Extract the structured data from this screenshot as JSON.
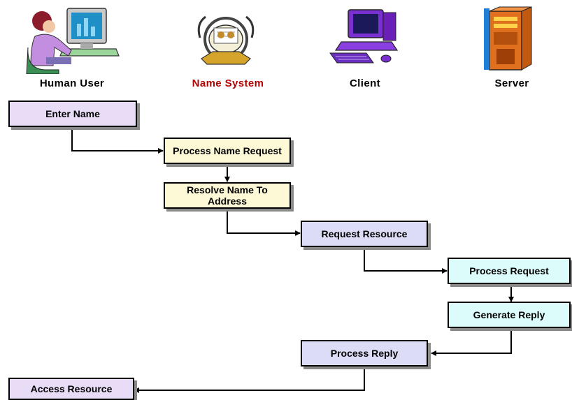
{
  "actors": {
    "human_user": {
      "label": "Human User",
      "icon": "woman-at-computer-icon"
    },
    "name_system": {
      "label": "Name System",
      "icon": "rolodex-icon",
      "color": "#b30000"
    },
    "client": {
      "label": "Client",
      "icon": "desktop-computer-icon"
    },
    "server": {
      "label": "Server",
      "icon": "server-tower-icon"
    }
  },
  "steps": {
    "enter_name": "Enter Name",
    "process_name_request": "Process Name Request",
    "resolve_name": "Resolve Name To Address",
    "request_resource": "Request Resource",
    "process_request": "Process Request",
    "generate_reply": "Generate Reply",
    "process_reply": "Process Reply",
    "access_resource": "Access Resource"
  },
  "colors": {
    "human_user_box": "#e9dcf7",
    "name_system_box": "#fdf8d6",
    "client_box": "#dcdcf6",
    "server_box": "#dcfbfb",
    "box_shadow": "#8a8a8a"
  }
}
